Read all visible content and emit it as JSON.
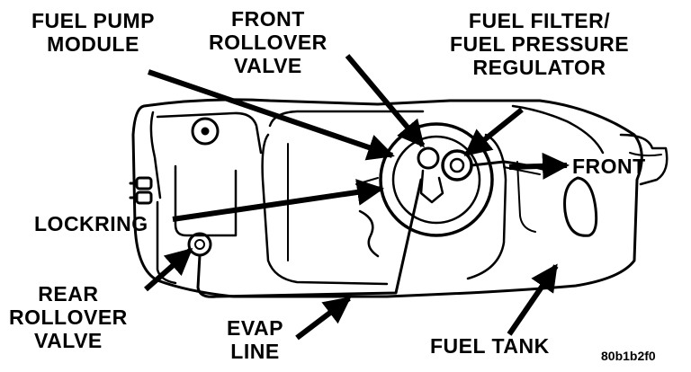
{
  "labels": {
    "fuel_pump_module": [
      "FUEL PUMP",
      "MODULE"
    ],
    "front_rollover_valve": [
      "FRONT",
      "ROLLOVER",
      "VALVE"
    ],
    "fuel_filter_regulator": [
      "FUEL FILTER/",
      "FUEL PRESSURE",
      "REGULATOR"
    ],
    "front": "FRONT",
    "lockring": "LOCKRING",
    "rear_rollover_valve": [
      "REAR",
      "ROLLOVER",
      "VALVE"
    ],
    "evap_line": [
      "EVAP",
      "LINE"
    ],
    "fuel_tank": "FUEL TANK"
  },
  "figure_code": "80b1b2f0"
}
